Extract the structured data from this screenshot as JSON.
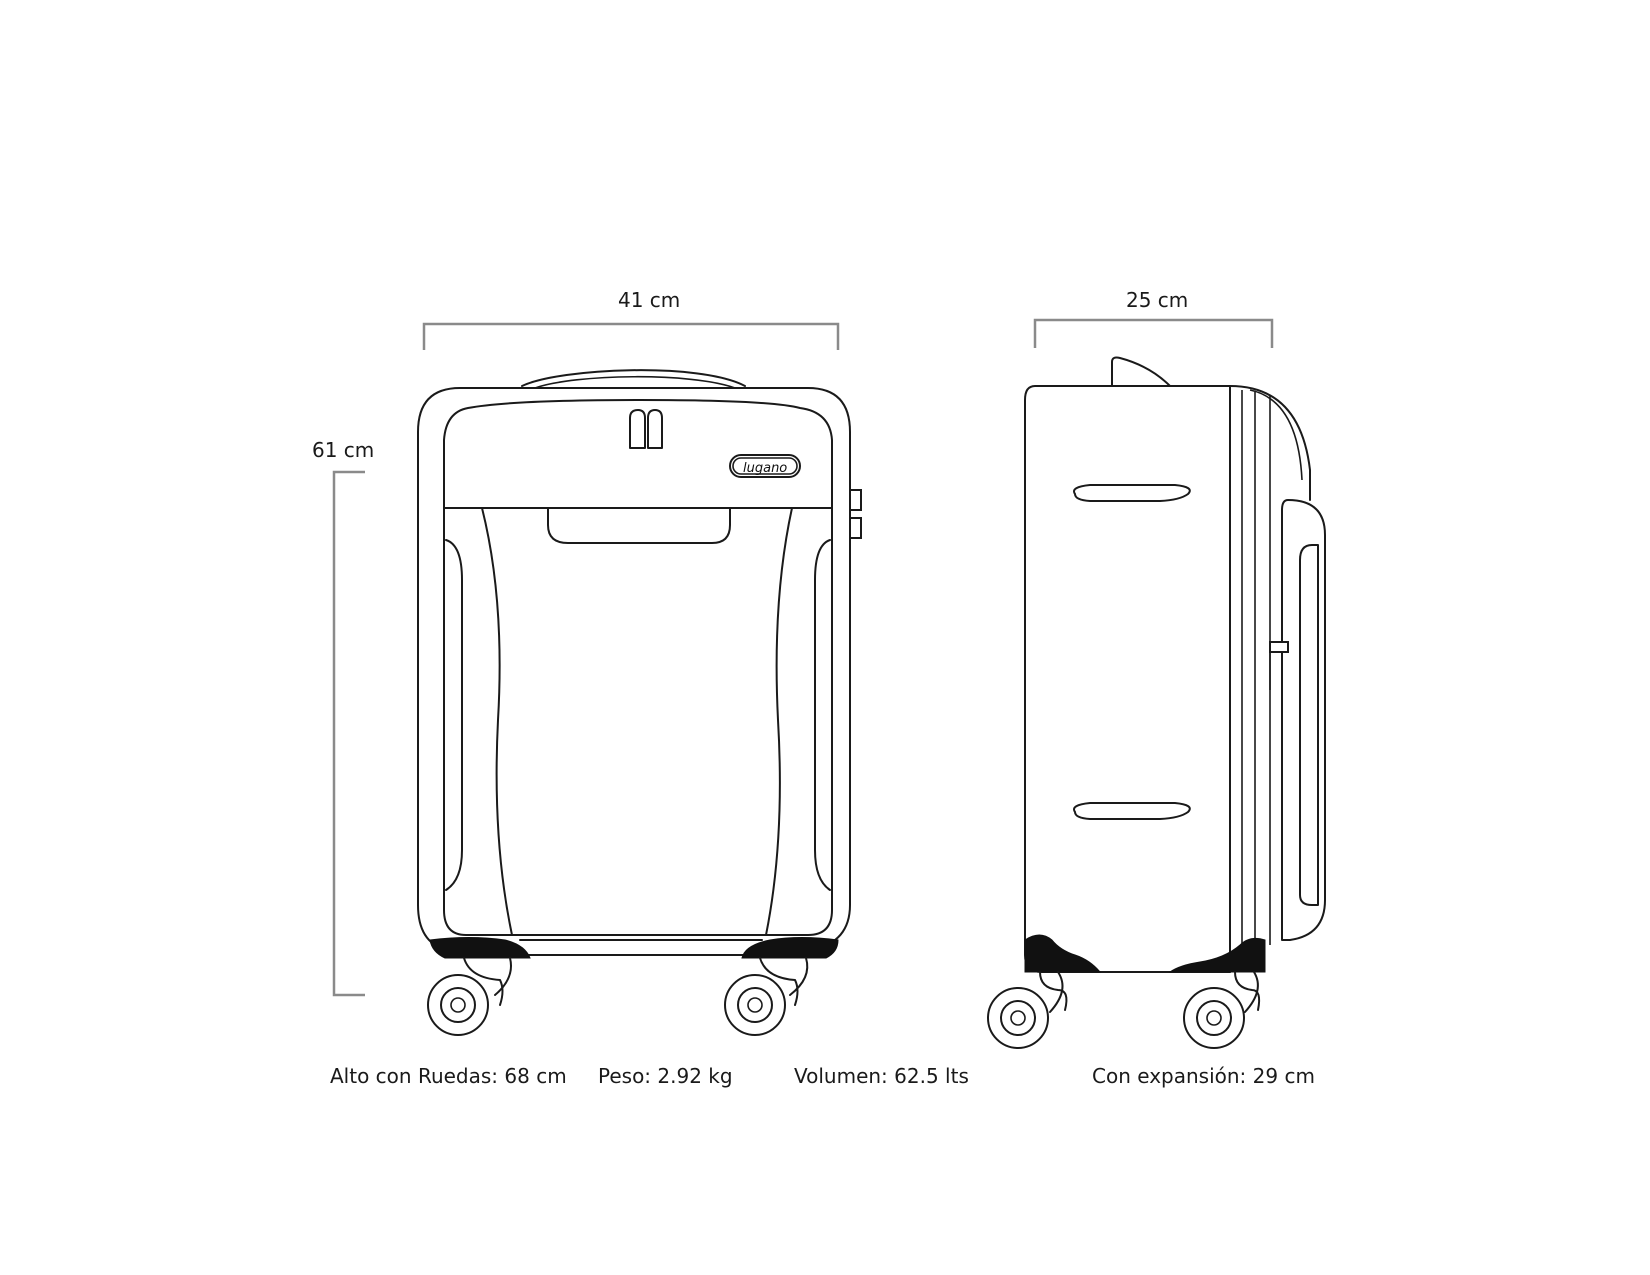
{
  "dimensions": {
    "front_width": "41 cm",
    "side_width": "25 cm",
    "height": "61 cm"
  },
  "brand_logo_text": "lugano",
  "specs": {
    "height_with_wheels": "Alto con Ruedas: 68 cm",
    "weight": "Peso: 2.92 kg",
    "volume": "Volumen: 62.5 lts",
    "expansion": "Con expansión: 29 cm"
  },
  "colors": {
    "outline": "#1a1a1a",
    "dimension_lines": "#8a8a8a",
    "background": "#ffffff"
  }
}
